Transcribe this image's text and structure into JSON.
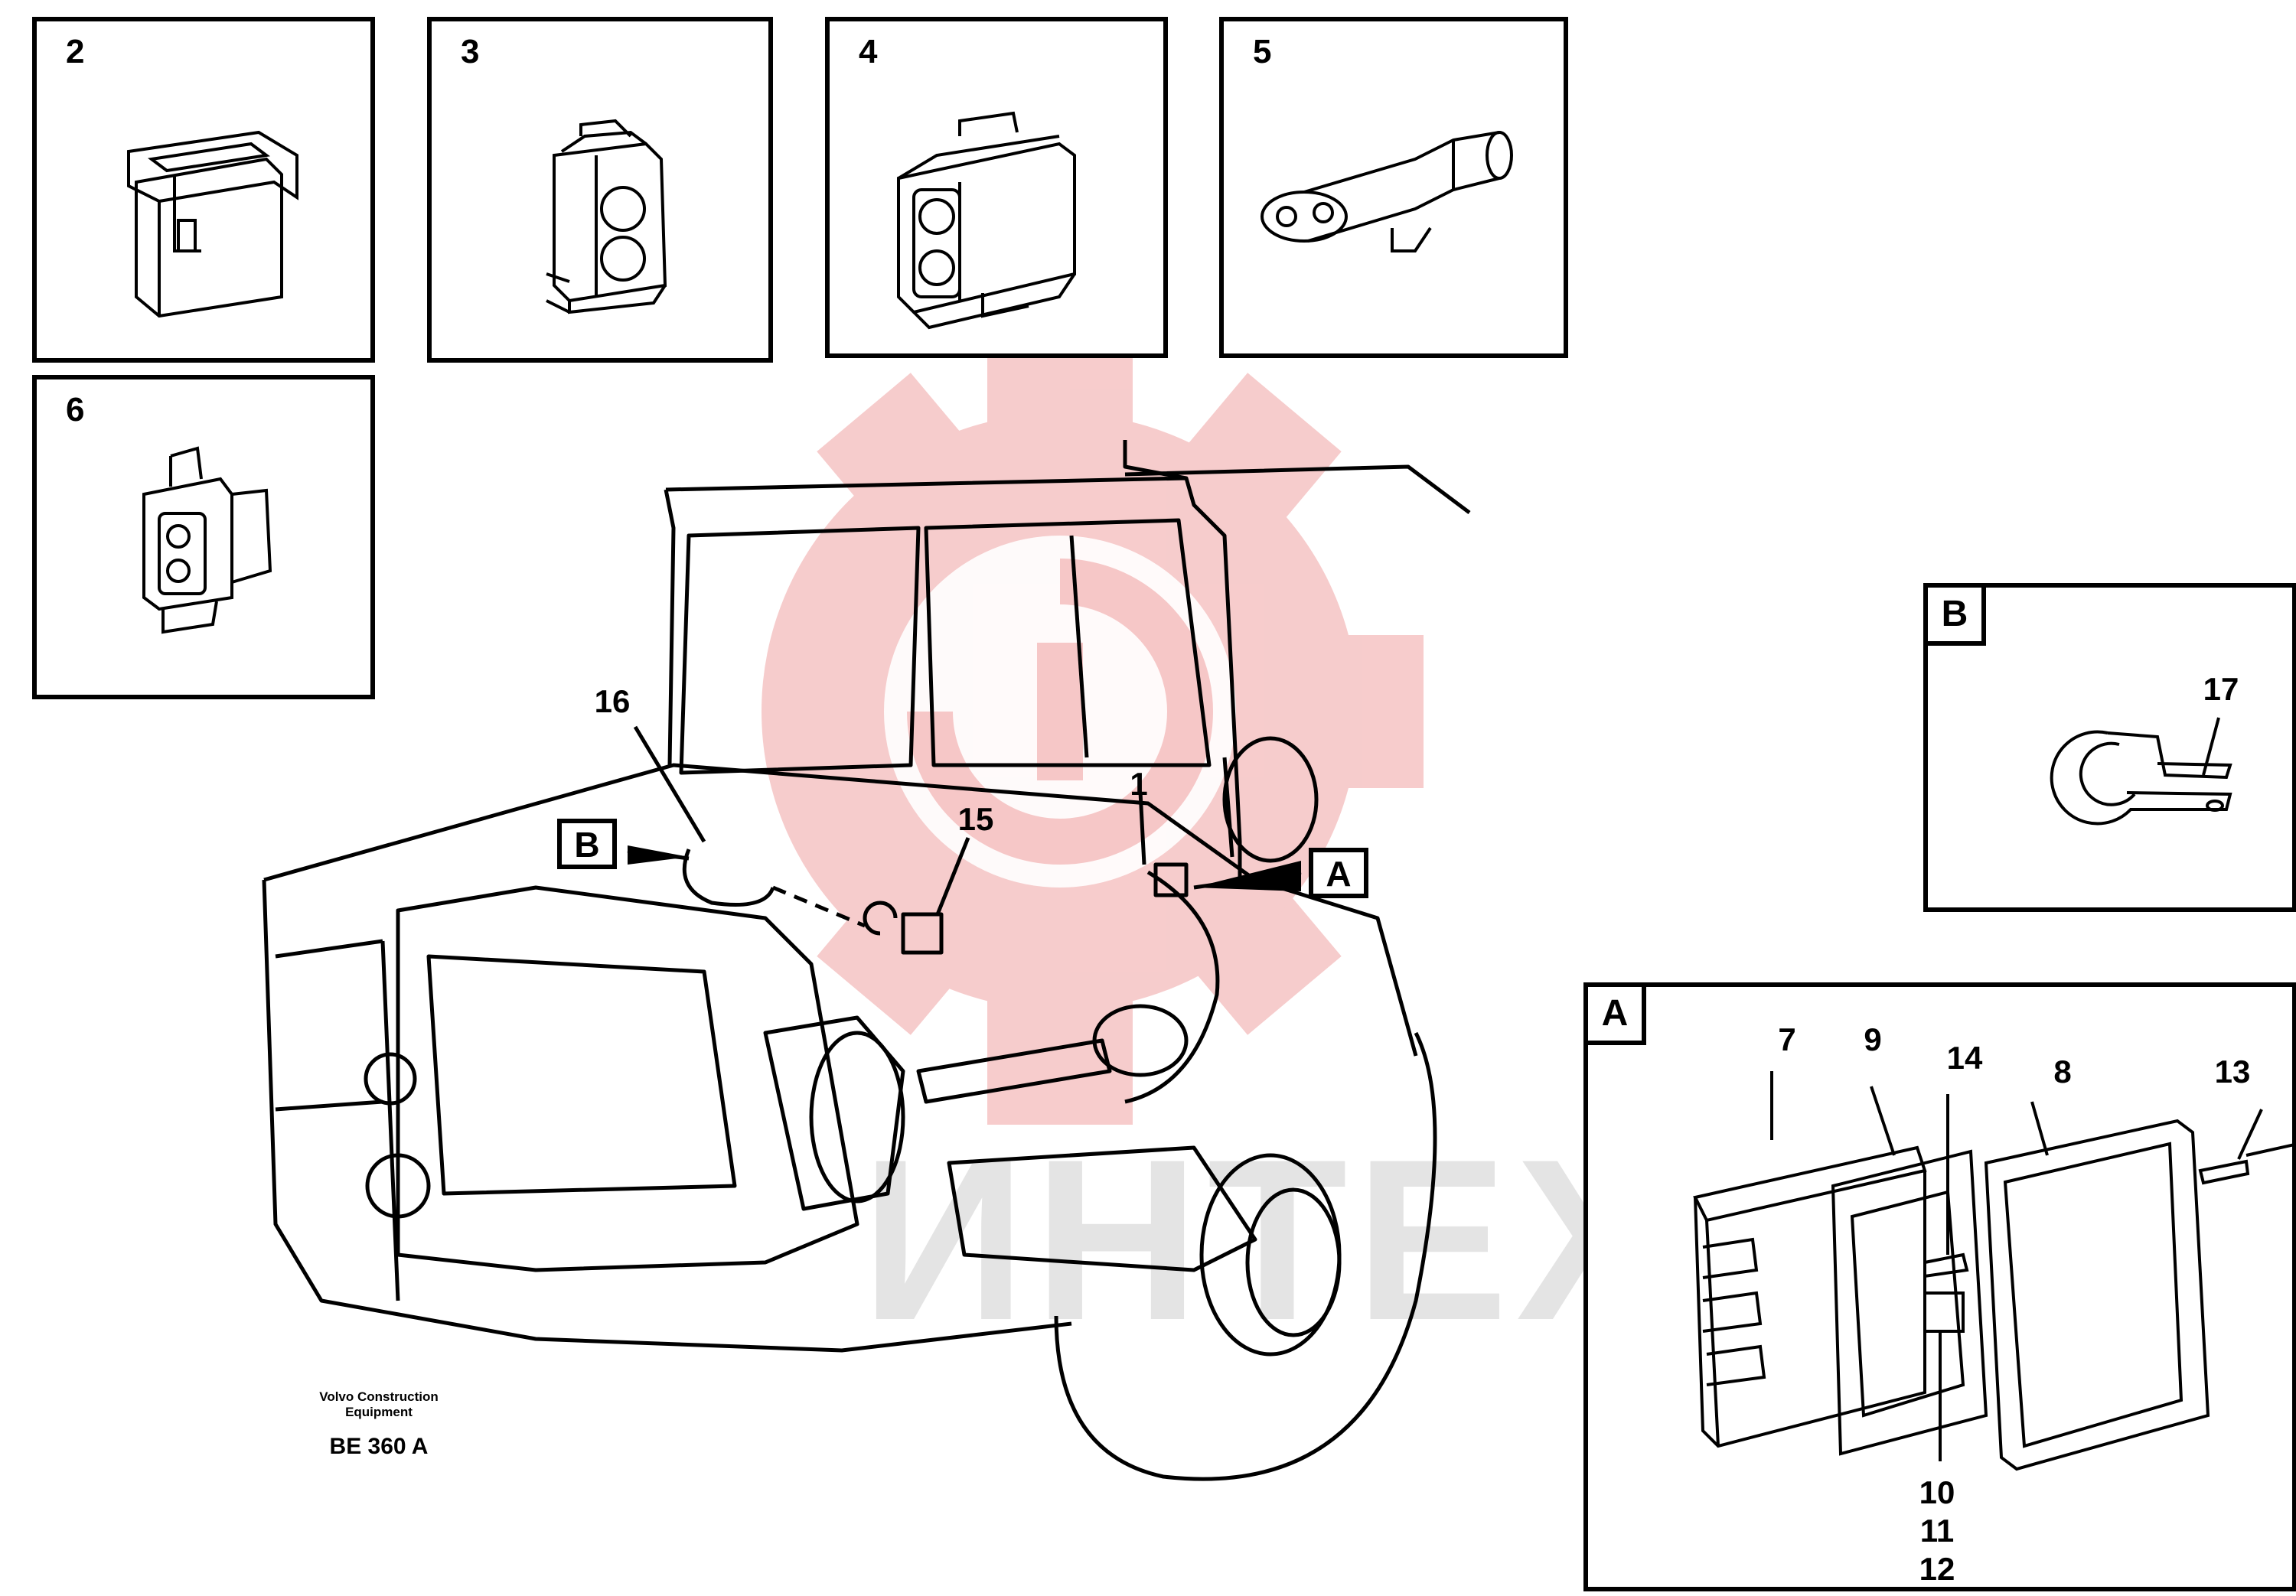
{
  "panels": [
    {
      "id": "panel-2",
      "number": "2"
    },
    {
      "id": "panel-3",
      "number": "3"
    },
    {
      "id": "panel-4",
      "number": "4"
    },
    {
      "id": "panel-5",
      "number": "5"
    },
    {
      "id": "panel-6",
      "number": "6"
    }
  ],
  "detail_b": {
    "letter": "B",
    "callout": "17"
  },
  "detail_a": {
    "letter": "A",
    "callouts": {
      "c7": "7",
      "c9": "9",
      "c14": "14",
      "c8": "8",
      "c13": "13",
      "c10": "10",
      "c11": "11",
      "c12": "12"
    }
  },
  "main": {
    "callouts": {
      "c16": "16",
      "c15": "15",
      "c1": "1"
    },
    "view_labels": {
      "b": "B",
      "a": "A"
    }
  },
  "credit": {
    "line1": "Volvo Construction",
    "line2": "Equipment"
  },
  "drawing_code": "BE 360 A",
  "watermark": {
    "text": "ИНТЕХ",
    "color": "#f6c7c7"
  }
}
